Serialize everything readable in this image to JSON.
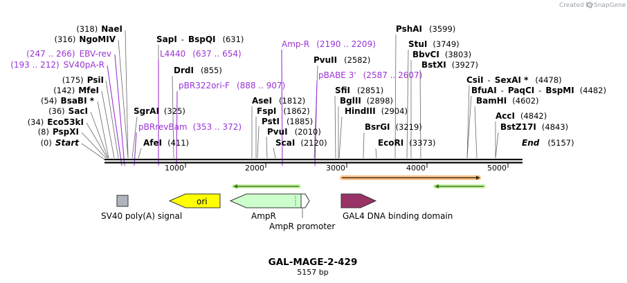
{
  "credit": {
    "text": "Created by",
    "brand": "SnapGene"
  },
  "plasmid": {
    "name": "GAL-MAGE-2-429",
    "length_label": "5157 bp"
  },
  "ticks": [
    "1000",
    "2000",
    "3000",
    "4000",
    "5000"
  ],
  "labels": [
    {
      "id": "start",
      "segs": [
        {
          "t": "(0)",
          "c": "pos"
        },
        {
          "t": "Start",
          "c": "enz",
          "i": true
        }
      ]
    },
    {
      "id": "pspxi",
      "segs": [
        {
          "t": "(8)",
          "c": "pos"
        },
        {
          "t": "PspXI",
          "c": "enz"
        }
      ]
    },
    {
      "id": "eco53ki",
      "segs": [
        {
          "t": "(34)",
          "c": "pos"
        },
        {
          "t": "Eco53kI",
          "c": "enz"
        }
      ]
    },
    {
      "id": "saci",
      "segs": [
        {
          "t": "(36)",
          "c": "pos"
        },
        {
          "t": "SacI",
          "c": "enz"
        }
      ]
    },
    {
      "id": "bsabi",
      "segs": [
        {
          "t": "(54)",
          "c": "pos"
        },
        {
          "t": "BsaBI *",
          "c": "enz"
        }
      ]
    },
    {
      "id": "mfei",
      "segs": [
        {
          "t": "(142)",
          "c": "pos"
        },
        {
          "t": "MfeI",
          "c": "enz"
        }
      ]
    },
    {
      "id": "psii",
      "segs": [
        {
          "t": "(175)",
          "c": "pos"
        },
        {
          "t": "PsiI",
          "c": "enz"
        }
      ]
    },
    {
      "id": "sv40pa",
      "segs": [
        {
          "t": "(193 .. 212)",
          "c": "prim"
        },
        {
          "t": "SV40pA-R",
          "c": "prim"
        }
      ]
    },
    {
      "id": "ebvrev",
      "segs": [
        {
          "t": "(247 .. 266)",
          "c": "prim"
        },
        {
          "t": "EBV-rev",
          "c": "prim"
        }
      ]
    },
    {
      "id": "ngomiv",
      "segs": [
        {
          "t": "(316)",
          "c": "pos"
        },
        {
          "t": "NgoMIV",
          "c": "enz"
        }
      ]
    },
    {
      "id": "naei",
      "segs": [
        {
          "t": "(318)",
          "c": "pos"
        },
        {
          "t": "NaeI",
          "c": "enz"
        }
      ]
    },
    {
      "id": "sapi",
      "segs": [
        {
          "t": "SapI",
          "c": "enz"
        },
        {
          "t": "-",
          "c": "pos"
        },
        {
          "t": "BspQI",
          "c": "enz"
        },
        {
          "t": "(631)",
          "c": "pos"
        }
      ]
    },
    {
      "id": "l4440",
      "segs": [
        {
          "t": "L4440",
          "c": "prim"
        },
        {
          "t": "(637 .. 654)",
          "c": "prim"
        }
      ]
    },
    {
      "id": "drdi",
      "segs": [
        {
          "t": "DrdI",
          "c": "enz"
        },
        {
          "t": "(855)",
          "c": "pos"
        }
      ]
    },
    {
      "id": "pbr322",
      "segs": [
        {
          "t": "pBR322ori-F",
          "c": "prim"
        },
        {
          "t": "(888 .. 907)",
          "c": "prim"
        }
      ]
    },
    {
      "id": "sgrai",
      "segs": [
        {
          "t": "SgrAI",
          "c": "enz"
        },
        {
          "t": "(325)",
          "c": "pos"
        }
      ]
    },
    {
      "id": "pbrrevbam",
      "segs": [
        {
          "t": "pBRrevBam",
          "c": "prim"
        },
        {
          "t": "(353 .. 372)",
          "c": "prim"
        }
      ]
    },
    {
      "id": "afei",
      "segs": [
        {
          "t": "AfeI",
          "c": "enz"
        },
        {
          "t": "(411)",
          "c": "pos"
        }
      ]
    },
    {
      "id": "amprp",
      "segs": [
        {
          "t": "Amp-R",
          "c": "prim"
        },
        {
          "t": "(2190 .. 2209)",
          "c": "prim"
        }
      ]
    },
    {
      "id": "asei",
      "segs": [
        {
          "t": "AseI",
          "c": "enz"
        },
        {
          "t": "(1812)",
          "c": "pos"
        }
      ]
    },
    {
      "id": "fspi",
      "segs": [
        {
          "t": "FspI",
          "c": "enz"
        },
        {
          "t": "(1862)",
          "c": "pos"
        }
      ]
    },
    {
      "id": "psti",
      "segs": [
        {
          "t": "PstI",
          "c": "enz"
        },
        {
          "t": "(1885)",
          "c": "pos"
        }
      ]
    },
    {
      "id": "pvui",
      "segs": [
        {
          "t": "PvuI",
          "c": "enz"
        },
        {
          "t": "(2010)",
          "c": "pos"
        }
      ]
    },
    {
      "id": "scai",
      "segs": [
        {
          "t": "ScaI",
          "c": "enz"
        },
        {
          "t": "(2120)",
          "c": "pos"
        }
      ]
    },
    {
      "id": "pvuii",
      "segs": [
        {
          "t": "PvuII",
          "c": "enz"
        },
        {
          "t": "(2582)",
          "c": "pos"
        }
      ]
    },
    {
      "id": "pbabe",
      "segs": [
        {
          "t": "pBABE 3'",
          "c": "prim"
        },
        {
          "t": "(2587 .. 2607)",
          "c": "prim"
        }
      ]
    },
    {
      "id": "sfii",
      "segs": [
        {
          "t": "SfiI",
          "c": "enz"
        },
        {
          "t": "(2851)",
          "c": "pos"
        }
      ]
    },
    {
      "id": "bglii",
      "segs": [
        {
          "t": "BglII",
          "c": "enz"
        },
        {
          "t": "(2898)",
          "c": "pos"
        }
      ]
    },
    {
      "id": "hindiii",
      "segs": [
        {
          "t": "HindIII",
          "c": "enz"
        },
        {
          "t": "(2904)",
          "c": "pos"
        }
      ]
    },
    {
      "id": "bsrgi",
      "segs": [
        {
          "t": "BsrGI",
          "c": "enz"
        },
        {
          "t": "(3219)",
          "c": "pos"
        }
      ]
    },
    {
      "id": "ecori",
      "segs": [
        {
          "t": "EcoRI",
          "c": "enz"
        },
        {
          "t": "(3373)",
          "c": "pos"
        }
      ]
    },
    {
      "id": "pshai",
      "segs": [
        {
          "t": "PshAI",
          "c": "enz"
        },
        {
          "t": "(3599)",
          "c": "pos"
        }
      ]
    },
    {
      "id": "stui",
      "segs": [
        {
          "t": "StuI",
          "c": "enz"
        },
        {
          "t": "(3749)",
          "c": "pos"
        }
      ]
    },
    {
      "id": "bbvci",
      "segs": [
        {
          "t": "BbvCI",
          "c": "enz"
        },
        {
          "t": "(3803)",
          "c": "pos"
        }
      ]
    },
    {
      "id": "bstxi",
      "segs": [
        {
          "t": "BstXI",
          "c": "enz"
        },
        {
          "t": "(3927)",
          "c": "pos"
        }
      ]
    },
    {
      "id": "csii",
      "segs": [
        {
          "t": "CsiI",
          "c": "enz"
        },
        {
          "t": "-",
          "c": "pos"
        },
        {
          "t": "SexAI *",
          "c": "enz"
        },
        {
          "t": "(4478)",
          "c": "pos"
        }
      ]
    },
    {
      "id": "bfuai",
      "segs": [
        {
          "t": "BfuAI",
          "c": "enz"
        },
        {
          "t": "-",
          "c": "pos"
        },
        {
          "t": "PaqCI",
          "c": "enz"
        },
        {
          "t": "-",
          "c": "pos"
        },
        {
          "t": "BspMI",
          "c": "enz"
        },
        {
          "t": "(4482)",
          "c": "pos"
        }
      ]
    },
    {
      "id": "bamhi",
      "segs": [
        {
          "t": "BamHI",
          "c": "enz"
        },
        {
          "t": "(4602)",
          "c": "pos"
        }
      ]
    },
    {
      "id": "acci",
      "segs": [
        {
          "t": "AccI",
          "c": "enz"
        },
        {
          "t": "(4842)",
          "c": "pos"
        }
      ]
    },
    {
      "id": "bstz17i",
      "segs": [
        {
          "t": "BstZ17I",
          "c": "enz"
        },
        {
          "t": "(4843)",
          "c": "pos"
        }
      ]
    },
    {
      "id": "end",
      "segs": [
        {
          "t": "End",
          "c": "enz",
          "i": true
        },
        {
          "t": "(5157)",
          "c": "pos"
        }
      ]
    }
  ],
  "features": [
    {
      "id": "sv40",
      "label": "SV40 poly(A) signal",
      "color": "#b0b4bc"
    },
    {
      "id": "ori",
      "label": "ori",
      "color": "#ffff00"
    },
    {
      "id": "ampr",
      "label": "AmpR",
      "color": "#ccffcc"
    },
    {
      "id": "amprprom",
      "label": "AmpR promoter",
      "color": "#ffffff"
    },
    {
      "id": "gal4",
      "label": "GAL4 DNA binding domain",
      "color": "#993366"
    }
  ],
  "colors": {
    "primer": "#9a33d6",
    "enzyme": "#000000",
    "orf_green": "#3a7a1a",
    "orf_orange": "#ff9900"
  }
}
